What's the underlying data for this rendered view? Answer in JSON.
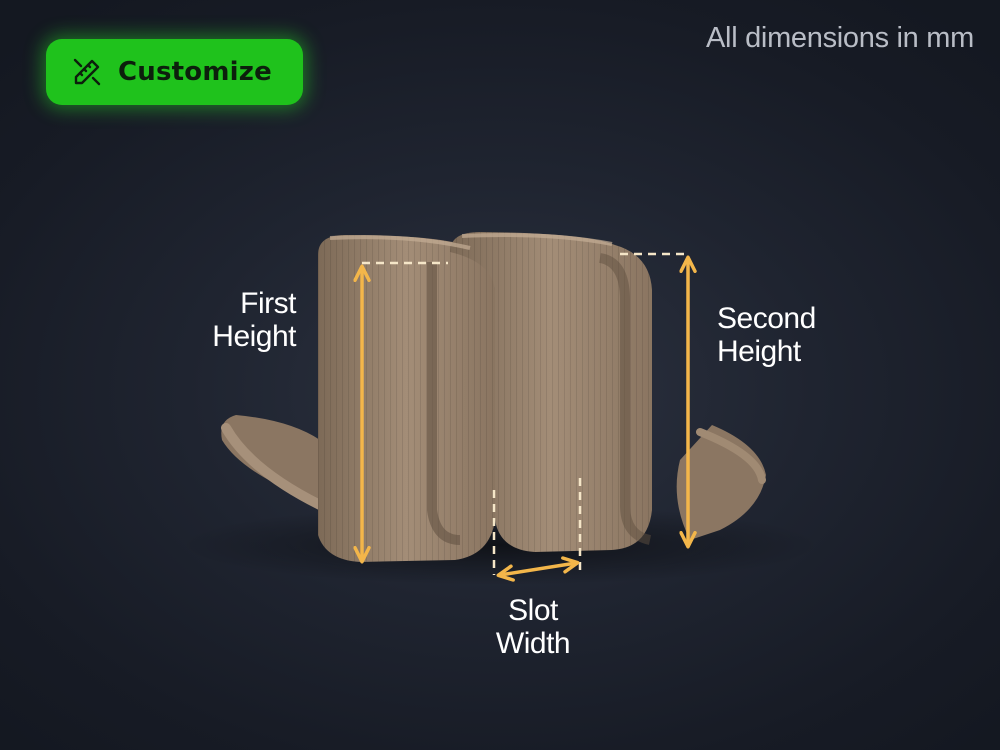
{
  "customize_button": {
    "label": "Customize",
    "icon": "pencil-ruler-icon",
    "color": "#1fc21c"
  },
  "units_note": "All dimensions in mm",
  "dimensions": {
    "first_height": {
      "line1": "First",
      "line2": "Height"
    },
    "second_height": {
      "line1": "Second",
      "line2": "Height"
    },
    "slot_width": {
      "line1": "Slot",
      "line2": "Width"
    }
  },
  "colors": {
    "arrow": "#f3b64a",
    "guide": "#f5e6c8",
    "object": "#9c8670",
    "background": "#1f2430"
  }
}
